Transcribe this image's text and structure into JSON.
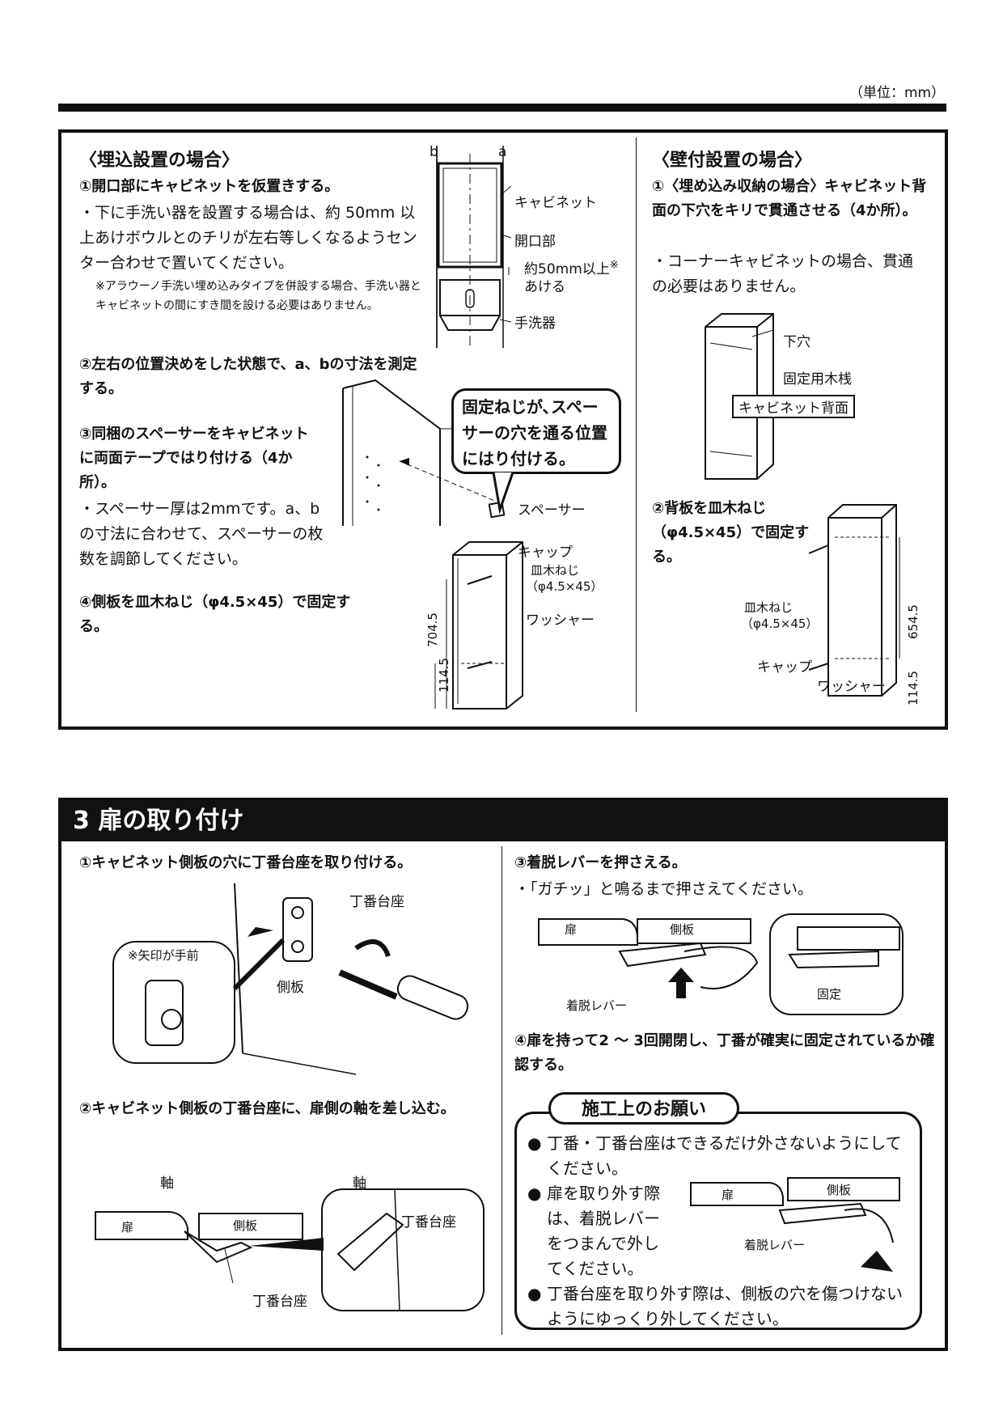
{
  "unit_note": "（単位：mm）",
  "recessed": {
    "heading": "〈埋込設置の場合〉",
    "step1_title": "①開口部にキャビネットを仮置きする。",
    "step1_body": "・下に手洗い器を設置する場合は、約 50mm 以上あけボウルとのチリが左右等しくなるようセンター合わせで置いてください。",
    "step1_note": "※アラウーノ手洗い埋め込みタイプを併設する場合、手洗い器とキャビネットの間にすき間を設ける必要はありません。",
    "step2": "②左右の位置決めをした状態で、a、bの寸法を測定する。",
    "step3_title": "③同梱のスペーサーをキャビネットに両面テープではり付ける（4か所）。",
    "step3_body": "・スペーサー厚は2mmです。a、bの寸法に合わせて、スペーサーの枚数を調節してください。",
    "step4": "④側板を皿木ねじ（φ4.5×45）で固定する。",
    "callout": "固定ねじが､スペーサーの穴を通る位置にはり付ける。",
    "labels": {
      "b": "b",
      "a": "a",
      "cabinet": "キャビネット",
      "opening": "開口部",
      "gap": "約50mm以上",
      "gap_mark": "※",
      "gap2": "あける",
      "basin": "手洗器",
      "spacer": "スペーサー",
      "cap": "キャップ",
      "screw": "皿木ねじ",
      "screw_size": "（φ4.5×45）",
      "washer": "ワッシャー",
      "dim1": "704.5",
      "dim2": "114.5"
    }
  },
  "wall": {
    "heading": "〈壁付設置の場合〉",
    "step1_title": "①〈埋め込み収納の場合〉キャビネット背面の下穴をキリで貫通させる（4か所）。",
    "step1_body": "・コーナーキャビネットの場合、貫通の必要はありません。",
    "step2": "②背板を皿木ねじ（φ4.5×45）で固定する。",
    "labels": {
      "pilot_hole": "下穴",
      "wood_bar": "固定用木桟",
      "back": "キャビネット背面",
      "screw": "皿木ねじ",
      "screw_size": "（φ4.5×45）",
      "cap": "キャップ",
      "washer": "ワッシャー",
      "dim1": "654.5",
      "dim2": "114.5"
    }
  },
  "door": {
    "section_title": "3  扉の取り付け",
    "step1": "①キャビネット側板の穴に丁番台座を取り付ける。",
    "step2": "②キャビネット側板の丁番台座に、扉側の軸を差し込む。",
    "step3_title": "③着脱レバーを押さえる。",
    "step3_body": "・「ガチッ」と鳴るまで押さえてください。",
    "step4": "④扉を持って2 ～ 3回開閉し、丁番が確実に固定されているか確認する。",
    "labels": {
      "hinge_base": "丁番台座",
      "arrow_note": "※矢印が手前",
      "side_panel": "側板",
      "door": "扉",
      "shaft": "軸",
      "lever": "着脱レバー",
      "fixed": "固定"
    },
    "request": {
      "title": "施工上のお願い",
      "item1": "丁番・丁番台座はできるだけ外さないようにしてください。",
      "item2": "扉を取り外す際は、着脱レバーをつまんで外してください。",
      "item3": "丁番台座を取り外す際は、側板の穴を傷つけないようにゆっくり外してください。"
    }
  }
}
